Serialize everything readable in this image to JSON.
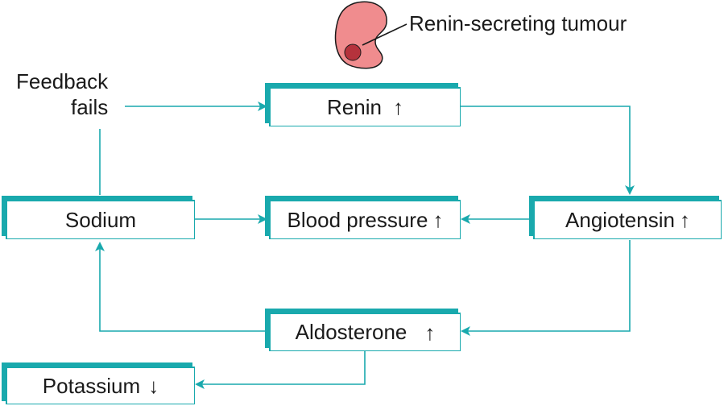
{
  "boxes": {
    "renin": {
      "label": "Renin",
      "arrow": "↑"
    },
    "blood_pressure": {
      "label": "Blood pressure",
      "arrow": "↑"
    },
    "angiotensin": {
      "label": "Angiotensin",
      "arrow": "↑"
    },
    "sodium": {
      "label": "Sodium"
    },
    "aldosterone": {
      "label": "Aldosterone",
      "arrow": "↑"
    },
    "potassium": {
      "label": "Potassium",
      "arrow": "↓"
    }
  },
  "annotations": {
    "feedback_line1": "Feedback",
    "feedback_line2": "fails",
    "tumour": "Renin-secreting tumour"
  },
  "colors": {
    "accent": "#19a9ad",
    "kidney": "#f08c8e",
    "tumour": "#b5323c"
  },
  "icons": [
    "kidney-icon",
    "up-arrow-icon",
    "down-arrow-icon"
  ]
}
